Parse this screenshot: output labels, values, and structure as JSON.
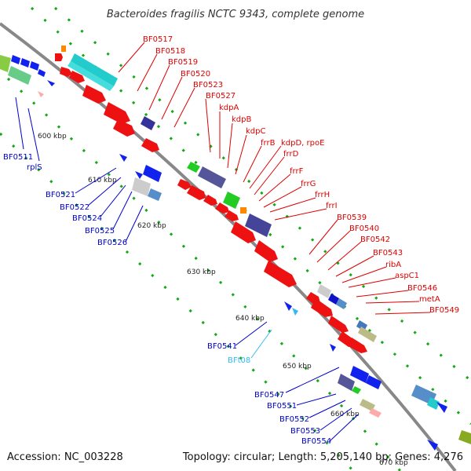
{
  "title": "Bacteroides fragilis NCTC 9343, complete genome",
  "footer": {
    "accession": "Accession: NC_003228",
    "topology": "Topology: circular; Length: 5,205,140 bp; Genes: 4,276"
  },
  "colors": {
    "forward_label": "#dd0000",
    "reverse_label": "#0000cc",
    "rna_label": "#33bbee",
    "backbone": "#888888",
    "tick_dots": "#11aa11"
  },
  "ticks": [
    "600 kbp",
    "610 kbp",
    "620 kbp",
    "630 kbp",
    "640 kbp",
    "650 kbp",
    "660 kbp",
    "670 kbp"
  ],
  "genes_forward": [
    "BF0517",
    "BF0518",
    "BF0519",
    "BF0520",
    "BF0523",
    "BF0527",
    "kdpA",
    "kdpB",
    "kdpC",
    "frrB",
    "kdpD, rpoE",
    "frrD",
    "frrF",
    "frrG",
    "frrH",
    "frrI",
    "BF0539",
    "BF0540",
    "BF0542",
    "BF0543",
    "ribA",
    "aspC1",
    "BF0546",
    "metA",
    "BF0549"
  ],
  "genes_reverse": [
    "BF0511",
    "rplS",
    "BF0521",
    "BF0522",
    "BF0524",
    "BF0525",
    "BF0526",
    "BF0541",
    "BFt08",
    "BF0547",
    "BF0551",
    "BF0552",
    "BF0553",
    "BF0554"
  ],
  "rna_genes": [
    "BFt08"
  ]
}
